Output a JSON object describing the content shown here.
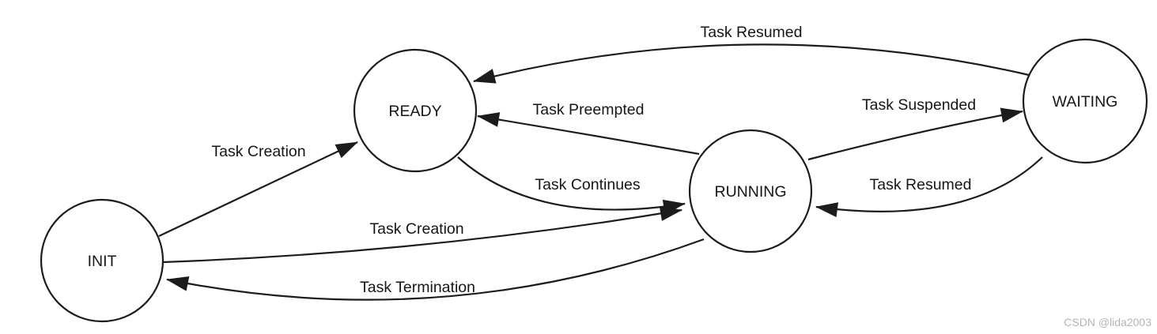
{
  "colors": {
    "line": "#1c1c1c",
    "text": "#161616",
    "background": "#ffffff",
    "watermark": "#b4b4b7"
  },
  "states": {
    "init": {
      "label": "INIT"
    },
    "ready": {
      "label": "READY"
    },
    "running": {
      "label": "RUNNING"
    },
    "waiting": {
      "label": "WAITING"
    }
  },
  "transitions": {
    "init_to_ready": {
      "from": "INIT",
      "to": "READY",
      "label": "Task Creation"
    },
    "init_to_running": {
      "from": "INIT",
      "to": "RUNNING",
      "label": "Task Creation"
    },
    "running_to_init": {
      "from": "RUNNING",
      "to": "INIT",
      "label": "Task Termination"
    },
    "ready_to_running": {
      "from": "READY",
      "to": "RUNNING",
      "label": "Task Continues"
    },
    "running_to_ready": {
      "from": "RUNNING",
      "to": "READY",
      "label": "Task Preempted"
    },
    "waiting_to_ready": {
      "from": "WAITING",
      "to": "READY",
      "label": "Task Resumed"
    },
    "running_to_waiting": {
      "from": "RUNNING",
      "to": "WAITING",
      "label": "Task Suspended"
    },
    "waiting_to_running": {
      "from": "WAITING",
      "to": "RUNNING",
      "label": "Task Resumed"
    }
  },
  "watermark": {
    "text": "CSDN @lida2003"
  }
}
